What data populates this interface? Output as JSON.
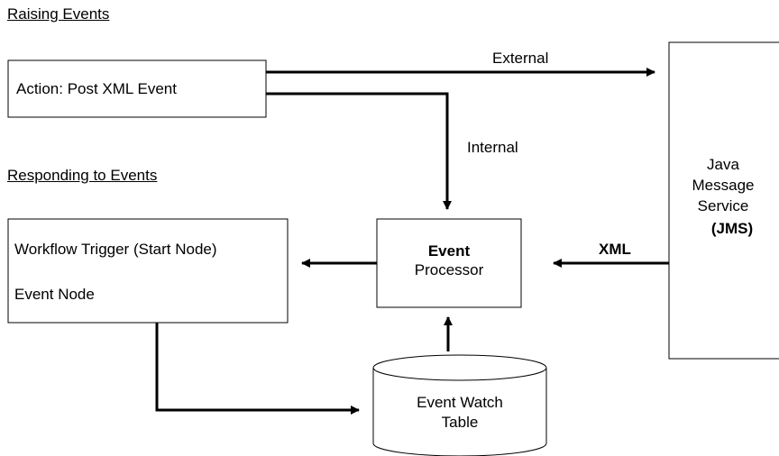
{
  "sections": {
    "raising": "Raising Events",
    "responding": "Responding to Events"
  },
  "boxes": {
    "action": "Action: Post XML Event",
    "workflow_trigger": "Workflow Trigger (Start Node)",
    "event_node": "Event Node",
    "event_processor_line1": "Event",
    "event_processor_line2": "Processor",
    "jms_line1": "Java",
    "jms_line2": "Message",
    "jms_line3": "Service",
    "jms_line4": "(JMS)",
    "watch_line1": "Event Watch",
    "watch_line2": "Table"
  },
  "edges": {
    "external": "External",
    "internal": "Internal",
    "xml": "XML"
  }
}
